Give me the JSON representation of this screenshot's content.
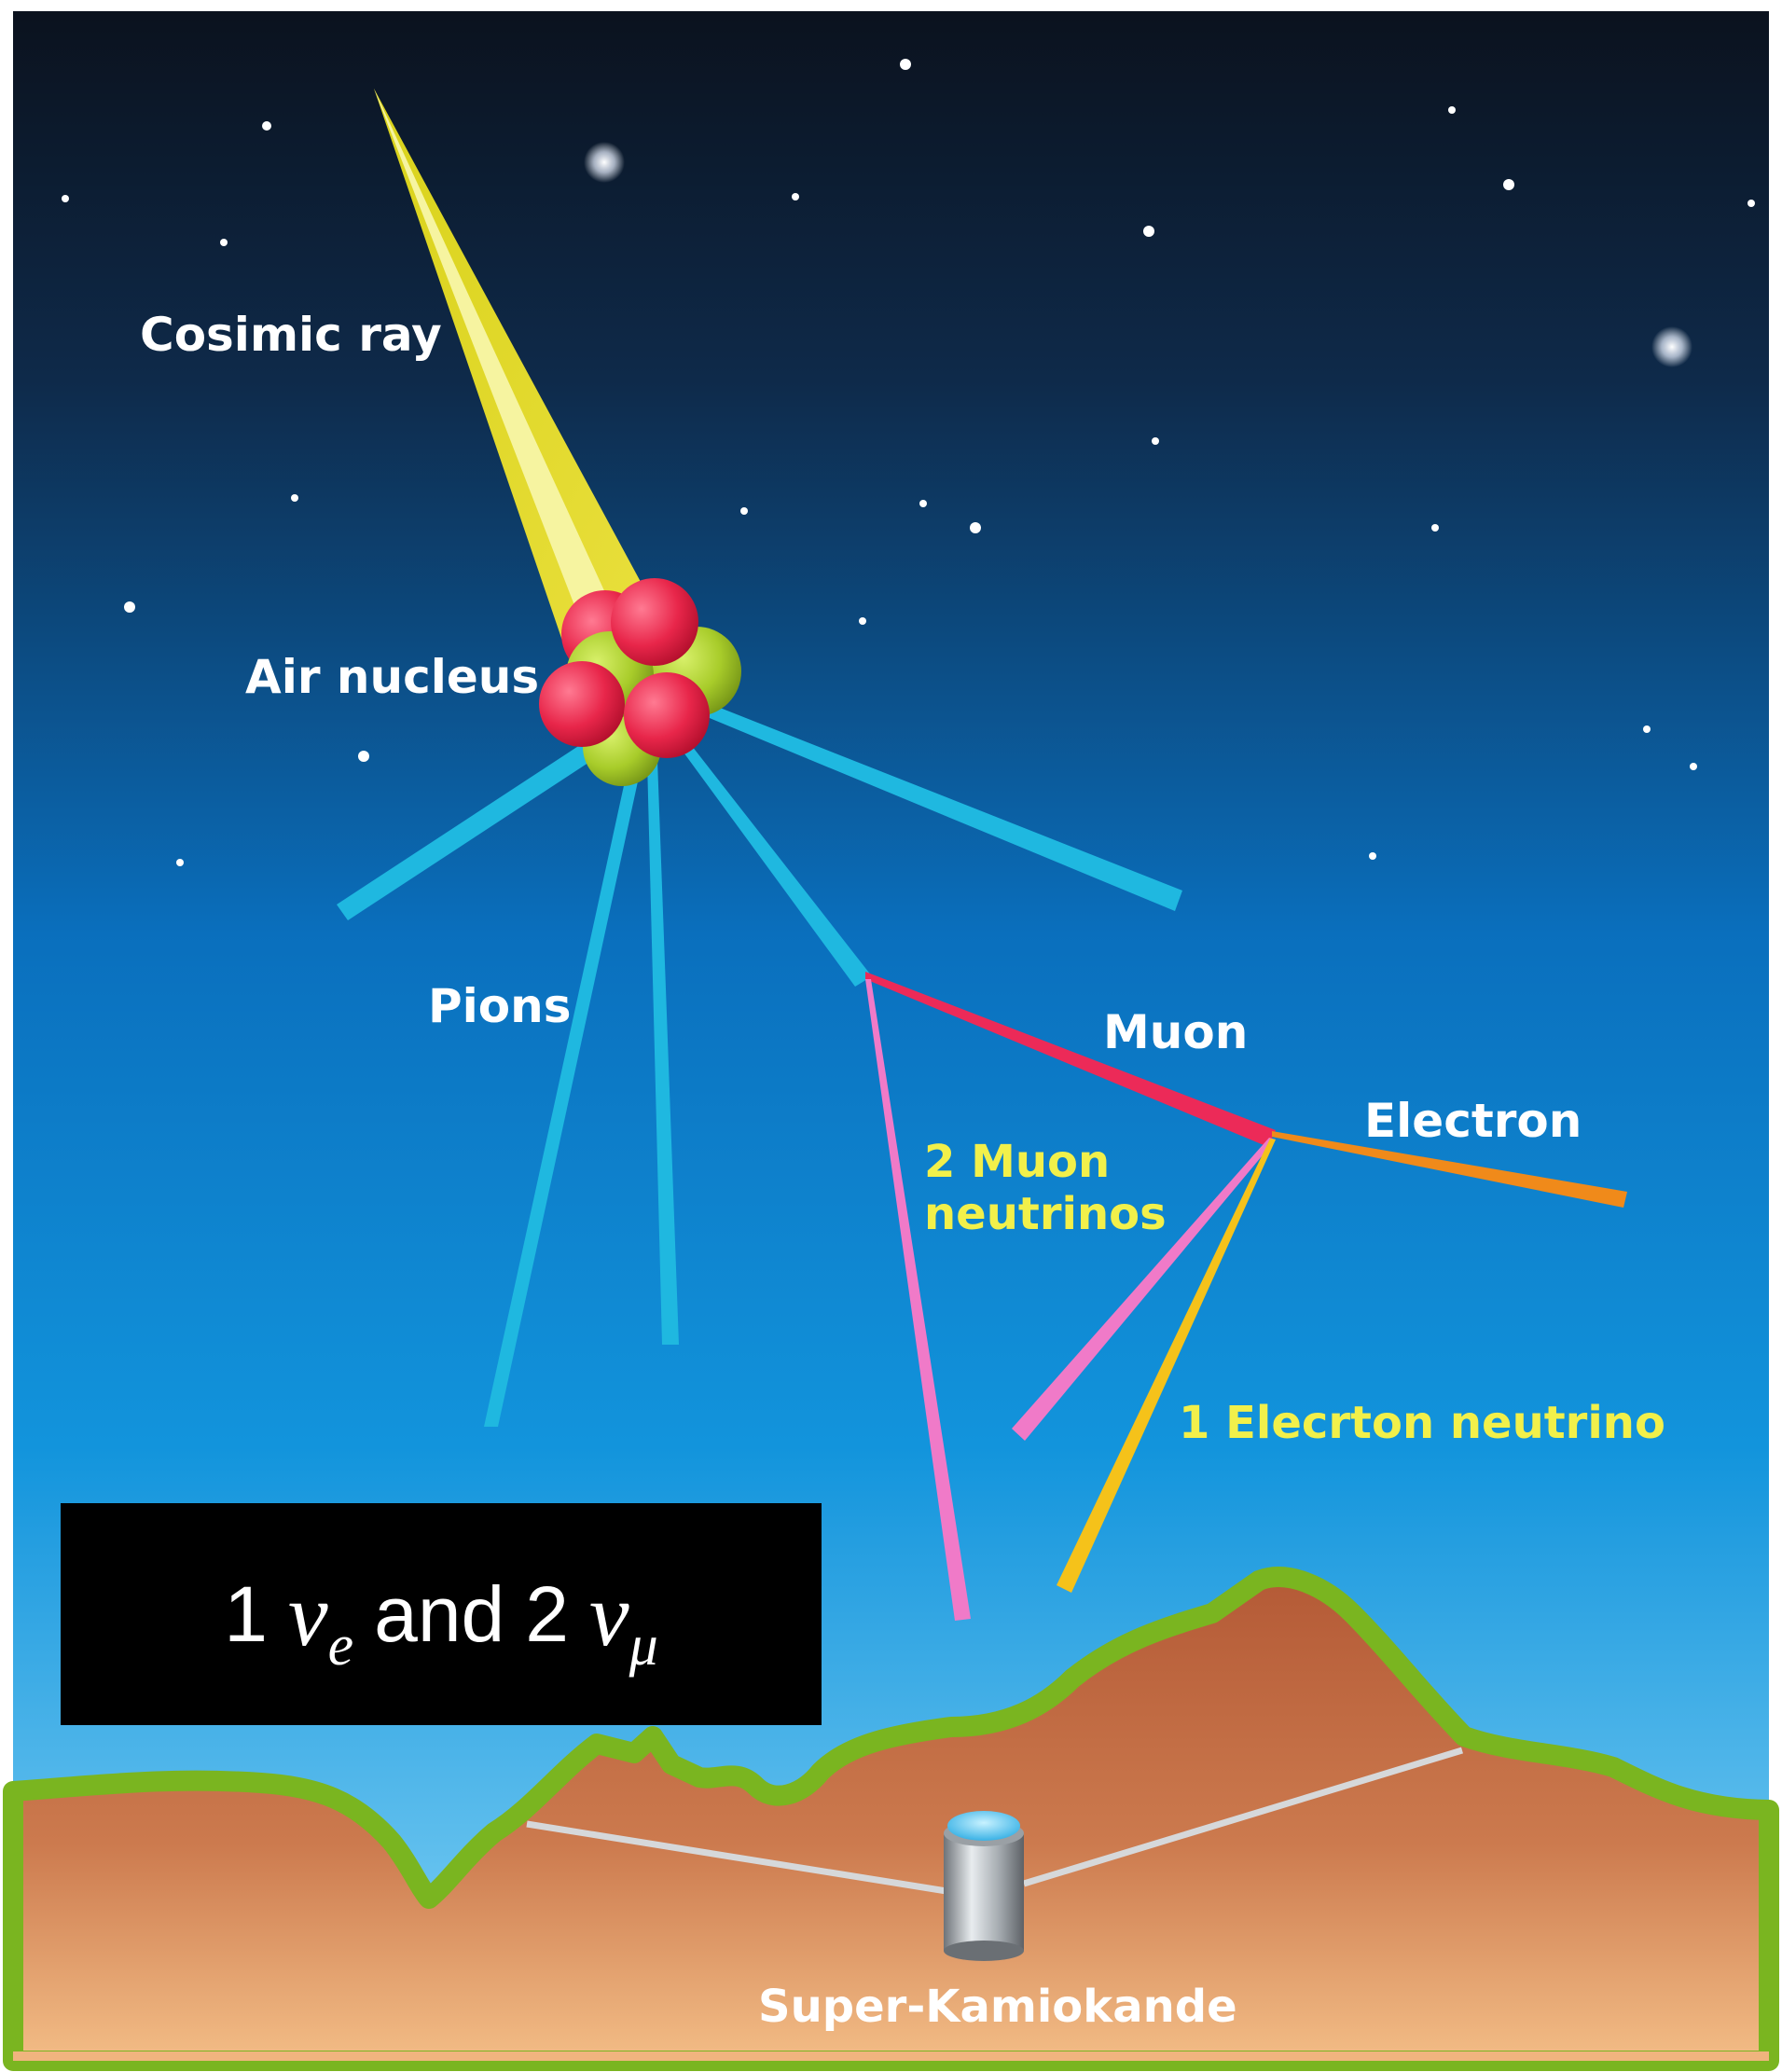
{
  "labels": {
    "cosmic_ray": "Cosimic ray",
    "air_nucleus": "Air nucleus",
    "pions": "Pions",
    "muon": "Muon",
    "electron": "Electron",
    "muon_neutrinos_line1": "2 Muon",
    "muon_neutrinos_line2": "neutrinos",
    "electron_neutrino": "1 Elecrton neutrino",
    "detector": "Super-Kamiokande"
  },
  "callout": {
    "count_e": "1",
    "nu_symbol": "ν",
    "sub_e": "e",
    "conjunction": "and",
    "count_mu": "2",
    "sub_mu": "μ"
  },
  "colors": {
    "sky_top": "#0a1220",
    "sky_mid": "#0a70c0",
    "sky_low": "#7fd0f5",
    "ground": "#b85e3c",
    "ground_light": "#f0b47e",
    "grass": "#7ab520",
    "pion": "#1fb8e0",
    "muon": "#ec2a58",
    "electron": "#f08a1a",
    "muon_neutrino": "#f07ac8",
    "electron_neutrino": "#f5c21a",
    "cosmic_ray": "#e8e030",
    "proton": "#e8264a",
    "neutron": "#a8cc2a",
    "label_white": "#ffffff",
    "label_yellow": "#f2f04a",
    "callout_bg": "#000000"
  },
  "icons": {
    "detector": "cylinder-tank-icon",
    "nucleus": "atom-cluster-icon"
  }
}
